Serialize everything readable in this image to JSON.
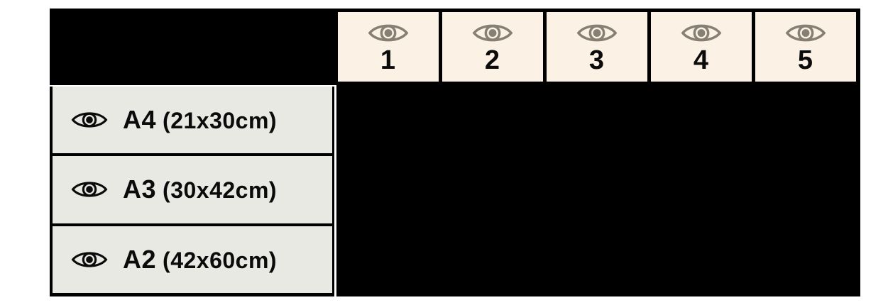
{
  "matrix": {
    "column_headers": [
      {
        "icon": "eye-icon",
        "label": "1"
      },
      {
        "icon": "eye-icon",
        "label": "2"
      },
      {
        "icon": "eye-icon",
        "label": "3"
      },
      {
        "icon": "eye-icon",
        "label": "4"
      },
      {
        "icon": "eye-icon",
        "label": "5"
      }
    ],
    "row_headers": [
      {
        "icon": "eye-icon",
        "size": "A4",
        "dimensions": "(21x30cm)"
      },
      {
        "icon": "eye-icon",
        "size": "A3",
        "dimensions": "(30x42cm)"
      },
      {
        "icon": "eye-icon",
        "size": "A2",
        "dimensions": "(42x60cm)"
      }
    ],
    "colors": {
      "grid_black": "#000000",
      "column_header_bg": "#fcf1e5",
      "row_header_bg": "#e8e9e3",
      "column_eye": "#857f74",
      "row_eye": "#0b0b0b",
      "number_text": "#0b0b0b",
      "label_text": "#0b0b0b",
      "page_bg": "#ffffff"
    }
  }
}
